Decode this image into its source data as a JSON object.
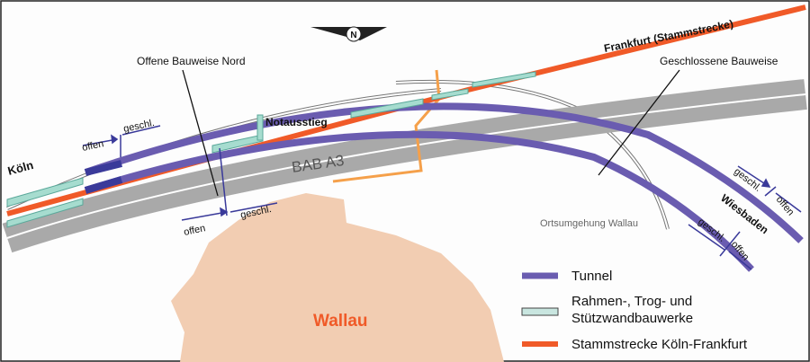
{
  "labels": {
    "koeln": "Köln",
    "frankfurt": "Frankfurt (Stammstrecke)",
    "offene_nord": "Offene Bauweise Nord",
    "geschlossene": "Geschlossene Bauweise",
    "notausstieg": "Notausstieg",
    "bab": "BAB A3",
    "ortsumgehung": "Ortsumgehung Wallau",
    "wiesbaden": "Wiesbaden",
    "wallau": "Wallau",
    "north": "N",
    "offen": "offen",
    "geschl": "geschl."
  },
  "legend": [
    {
      "label": "Tunnel",
      "color": "#6a5cb0"
    },
    {
      "label": "Rahmen-, Trog- und",
      "label2": "Stützwandbauwerke",
      "color": "#c9e6e0"
    },
    {
      "label": "Stammstrecke Köln-Frankfurt",
      "color": "#f05a28"
    }
  ],
  "colors": {
    "tunnel": "#6a5cb0",
    "road": "#a9a9a9",
    "rail": "#f05a28",
    "trough": "#a6dccf",
    "town": "#f2cdb2",
    "path": "#f5a04a"
  }
}
